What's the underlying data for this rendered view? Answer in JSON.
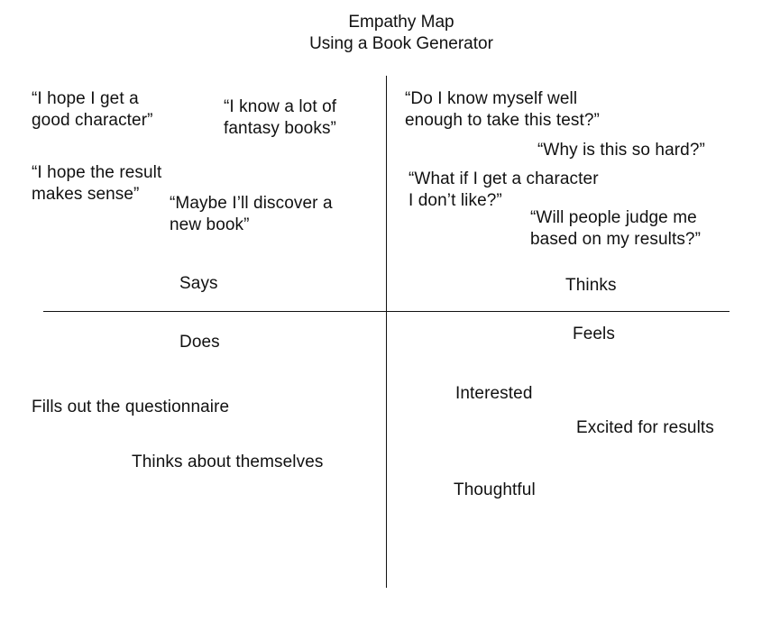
{
  "title": {
    "line1": "Empathy Map",
    "line2": "Using a Book Generator"
  },
  "says": {
    "label": "Says",
    "quotes": [
      [
        "“I hope I get a",
        "good character”"
      ],
      [
        "“I know a lot of",
        "fantasy books”"
      ],
      [
        "“I hope the result",
        "makes sense”"
      ],
      [
        "“Maybe I’ll discover a",
        "new book”"
      ]
    ]
  },
  "thinks": {
    "label": "Thinks",
    "quotes": [
      [
        "“Do I know myself well",
        "enough to take this test?”"
      ],
      [
        "“Why is this so hard?”"
      ],
      [
        "“What if I get a character",
        "I don’t like?”"
      ],
      [
        "“Will people judge me",
        "based on my results?”"
      ]
    ]
  },
  "does": {
    "label": "Does",
    "items": [
      "Fills out the questionnaire",
      "Thinks about themselves"
    ]
  },
  "feels": {
    "label": "Feels",
    "items": [
      "Interested",
      "Excited for results",
      "Thoughtful"
    ]
  }
}
